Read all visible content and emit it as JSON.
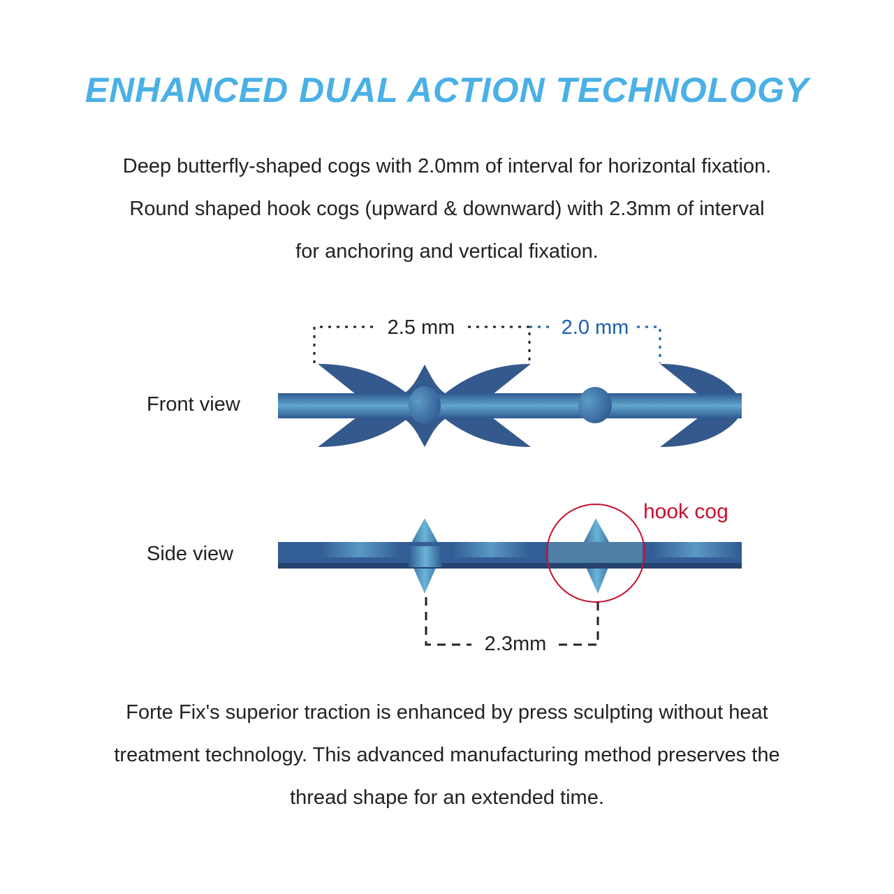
{
  "title": "ENHANCED DUAL ACTION TECHNOLOGY",
  "intro": [
    "Deep butterfly-shaped cogs with 2.0mm of interval for horizontal fixation.",
    "Round shaped hook cogs (upward & downward) with 2.3mm of interval",
    "for anchoring and vertical fixation."
  ],
  "diagram": {
    "front_label": "Front view",
    "side_label": "Side view",
    "dim_front_1": "2.5 mm",
    "dim_front_2": "2.0 mm",
    "dim_side": "2.3mm",
    "hook_label": "hook cog",
    "colors": {
      "thread": "#325a8c",
      "thread_light": "#5aa0c8",
      "dim_blue": "#1a5fb0",
      "hook_red": "#c8102e",
      "title": "#4ab0e6"
    }
  },
  "outro": [
    "Forte Fix's superior traction is enhanced by press sculpting without heat",
    "treatment technology. This advanced manufacturing method preserves the",
    "thread shape for an extended time."
  ]
}
